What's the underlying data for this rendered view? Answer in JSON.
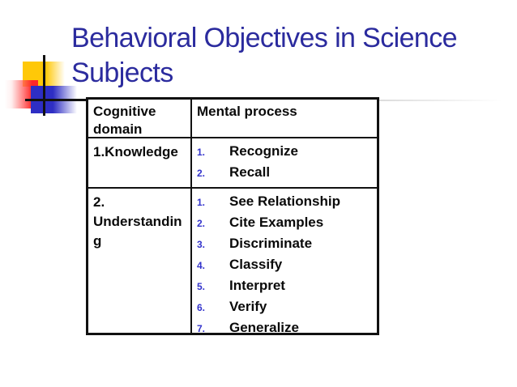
{
  "slide": {
    "title_line1": "Behavioral Objectives in Science",
    "title_line2": "Subjects"
  },
  "colors": {
    "title_text": "#2b2b9e",
    "table_border": "#111111",
    "table_text": "#0a0a0a",
    "list_number": "#3333cc",
    "deco_yellow": "#ffc808",
    "deco_red": "#ff2727",
    "deco_blue": "#2e2ec4",
    "underline_gray": "#bbbbbb"
  },
  "table": {
    "columns": [
      "Cognitive domain",
      "Mental process"
    ],
    "numbers": [
      "1.",
      "2.",
      "3.",
      "4.",
      "5.",
      "6.",
      "7."
    ],
    "rows": [
      {
        "domain": "1.Knowledge",
        "processes": [
          "Recognize",
          "Recall"
        ]
      },
      {
        "domain": "2. Understanding",
        "processes": [
          "See Relationship",
          "Cite Examples",
          "Discriminate",
          "Classify",
          "Interpret",
          "Verify",
          "Generalize"
        ]
      }
    ]
  }
}
